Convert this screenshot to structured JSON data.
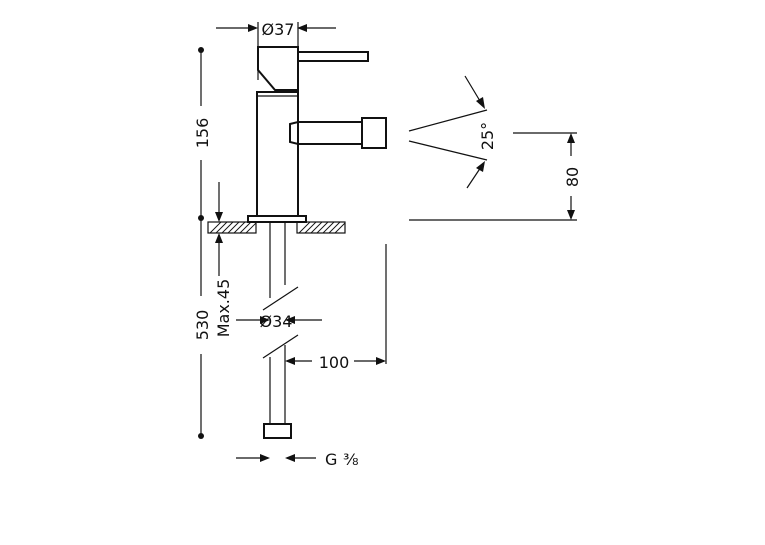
{
  "dimensions": {
    "top_diameter": "Ø37",
    "total_height": "156",
    "angle": "25°",
    "spout_height": "80",
    "pipe_length": "530",
    "max_thickness": "Max.45",
    "pipe_diameter": "Ø34",
    "reach": "100",
    "thread_prefix": "G",
    "thread_fraction": "⅜"
  }
}
